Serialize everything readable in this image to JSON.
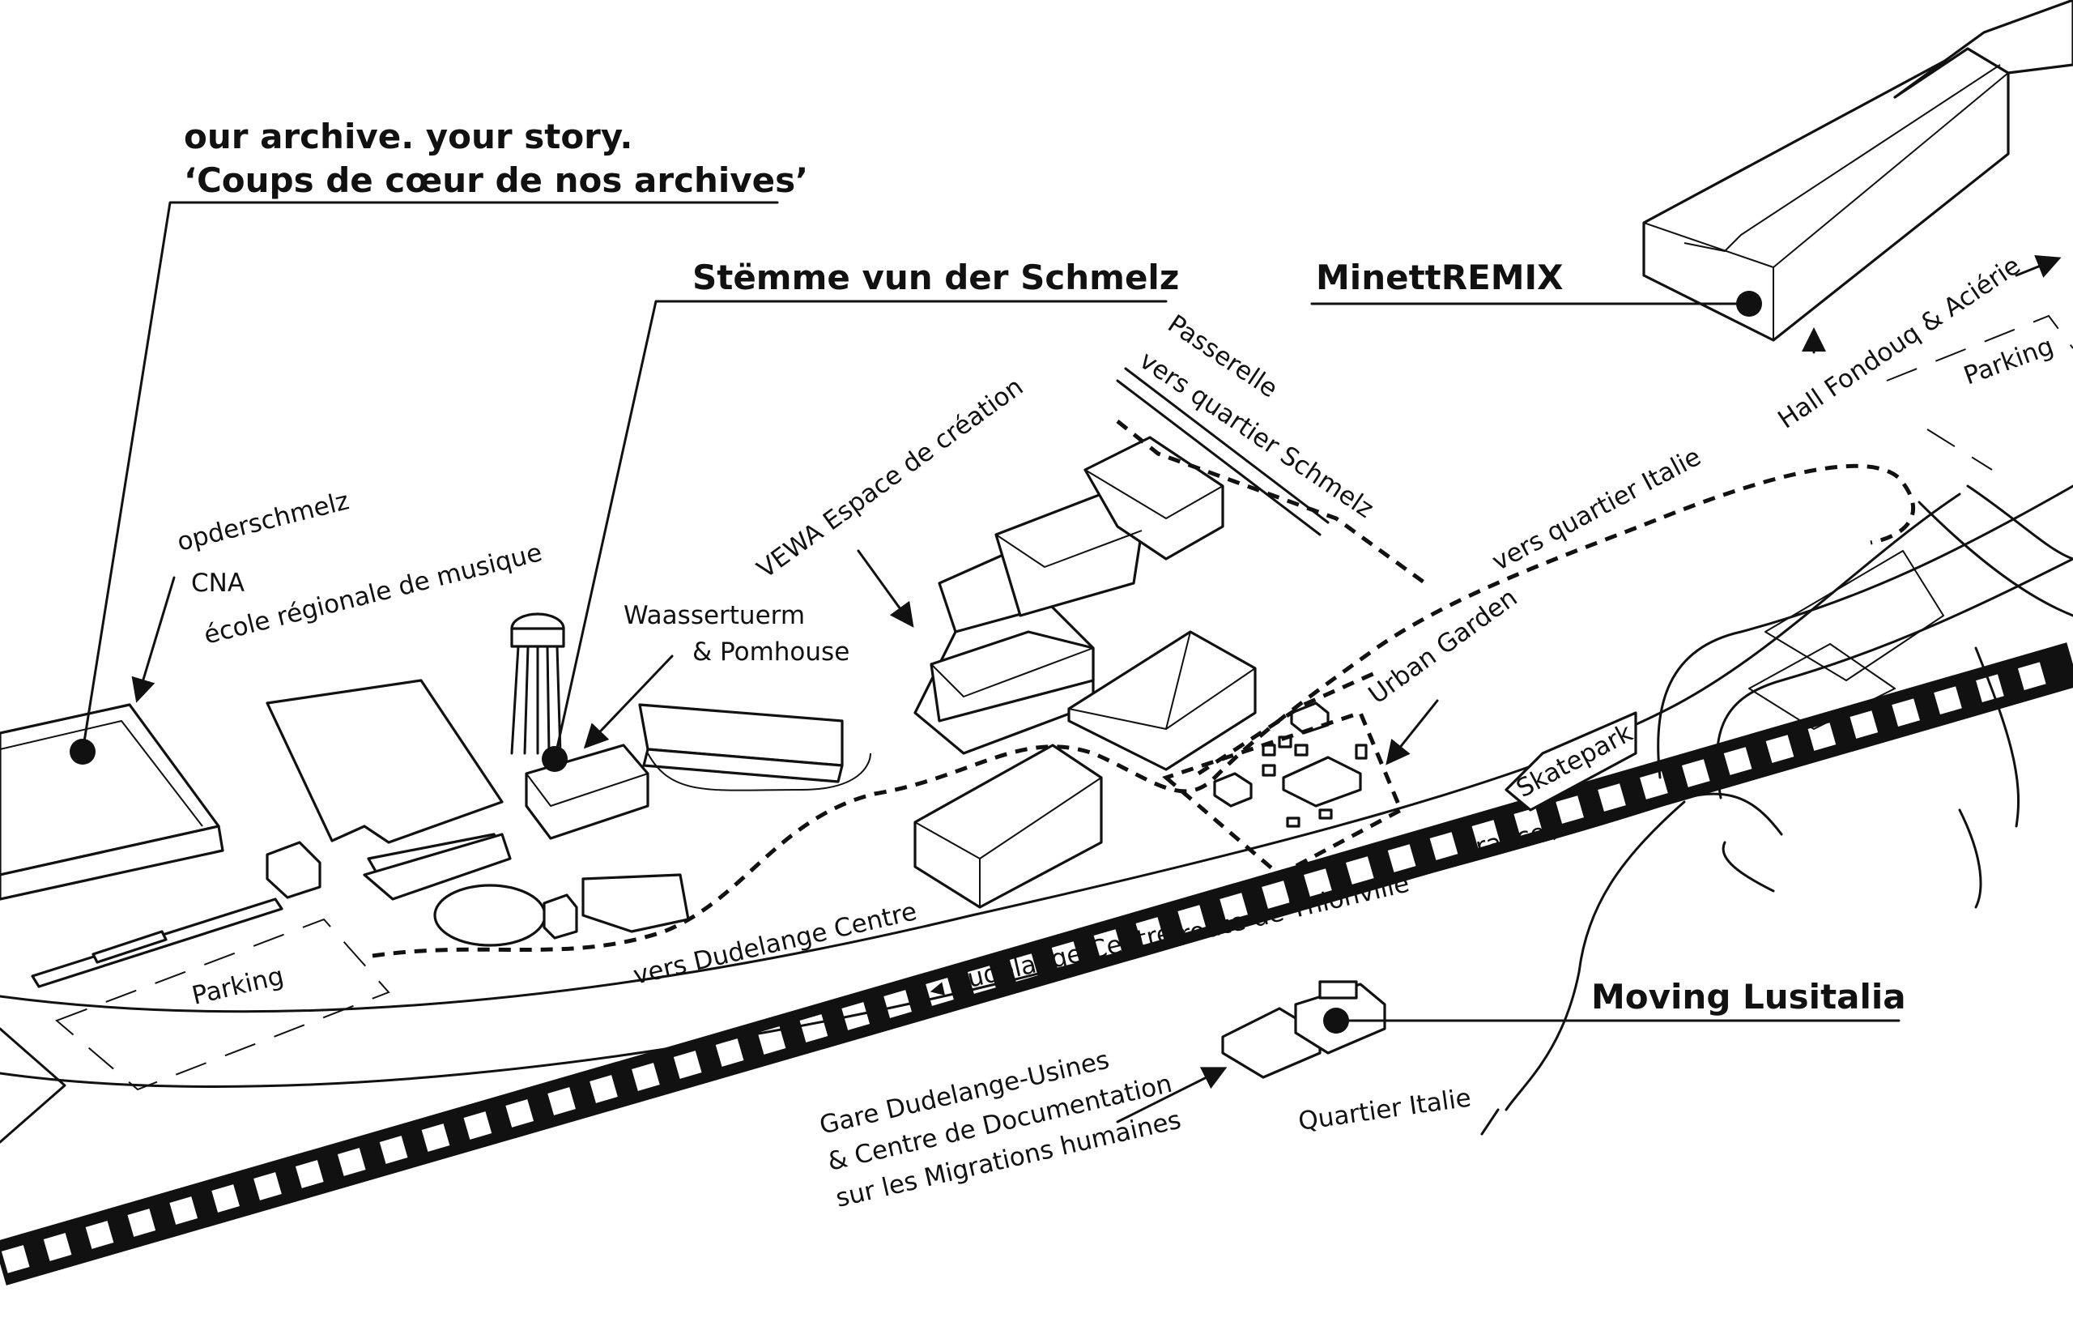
{
  "theme": {
    "ink": "#111111",
    "background": "#ffffff"
  },
  "highlights": {
    "archive_line1": "our archive. your story.",
    "archive_line2": "‘Coups de cœur de nos archives’",
    "stemme": "Stëmme vun der Schmelz",
    "minett": "MinettREMIX",
    "lusitalia": "Moving Lusitalia"
  },
  "places": {
    "opderschmelz": "opderschmelz",
    "cna": "CNA",
    "ecole": "école régionale de musique",
    "waassertuerm": "Waassertuerm",
    "pomhouse": "& Pomhouse",
    "vewa": "VEWA Espace de création",
    "passerelle": "Passerelle",
    "vers_schmelz": "vers quartier Schmelz",
    "vers_italie": "vers quartier Italie",
    "hall": "Hall Fondouq & Aciérie",
    "parking_right": "Parking",
    "parking_left": "Parking",
    "urban_garden": "Urban Garden",
    "skatepark": "Skatepark",
    "vers_dudelange": "vers Dudelange Centre",
    "dudelange_centre": "Dudelange Centre",
    "route": "route de Thionville",
    "france": "France",
    "gare_1": "Gare Dudelange-Usines",
    "gare_2": "& Centre de Documentation",
    "gare_3": "sur les Migrations humaines",
    "quartier_italie": "Quartier Italie"
  },
  "direction_glyphs": {
    "left": "◀",
    "right": "▶"
  }
}
